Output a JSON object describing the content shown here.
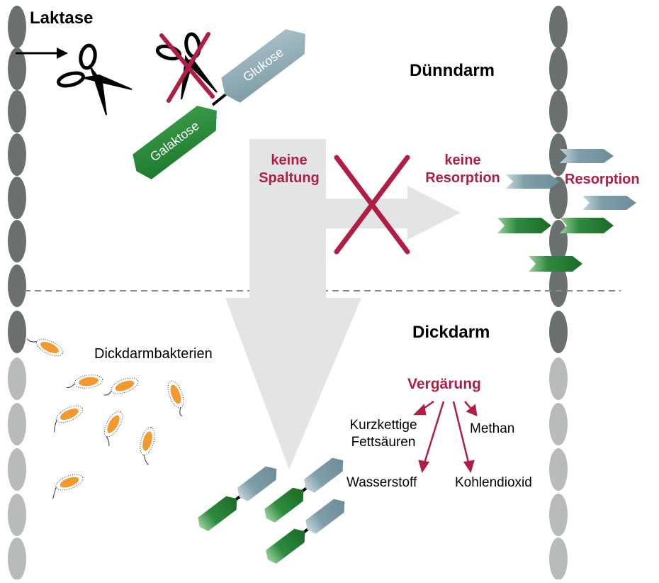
{
  "labels": {
    "laktase": "Laktase",
    "duenndarm": "Dünndarm",
    "dickdarm": "Dickdarm",
    "keine_spaltung_1": "keine",
    "keine_spaltung_2": "Spaltung",
    "keine_resorption_1": "keine",
    "keine_resorption_2": "Resorption",
    "resorption": "Resorption",
    "dickdarmbakterien": "Dickdarmbakterien",
    "vergaerung": "Vergärung",
    "kurzkettige_1": "Kurzkettige",
    "kurzkettige_2": "Fettsäuren",
    "methan": "Methan",
    "wasserstoff": "Wasserstoff",
    "kohlendioxid": "Kohlendioxid",
    "glukose": "Glukose",
    "galaktose": "Galaktose"
  },
  "colors": {
    "red": "#b01e45",
    "glukose": "#7f9ea9",
    "galaktose": "#1f7a2e",
    "wall_dark": "#6a6f6f",
    "wall_light": "#b7bbbb",
    "arrow_grey": "#e3e4e6",
    "bacteria": "#f29a2e"
  }
}
